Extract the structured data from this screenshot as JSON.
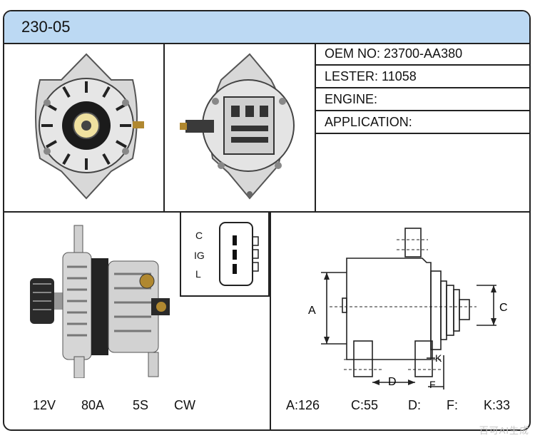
{
  "header": {
    "part_number": "230-05"
  },
  "specs": {
    "oem": "OEM NO: 23700-AA380",
    "lester": "LESTER: 11058",
    "engine": "ENGINE:",
    "application": "APPLICATION:"
  },
  "electrical": {
    "voltage": "12V",
    "amperage": "80A",
    "pulley": "5S",
    "rotation": "CW"
  },
  "connector": {
    "pins": [
      "C",
      "IG",
      "L"
    ]
  },
  "dimensions": {
    "labels": {
      "a": "A",
      "c": "C",
      "d": "D",
      "f": "F",
      "k": "K"
    },
    "values": {
      "a": "A:126",
      "c": "C:55",
      "d": "D:",
      "f": "F:",
      "k": "K:33"
    }
  },
  "watermark": "百可AI生成",
  "colors": {
    "header_bg": "#bcd9f3",
    "border": "#222222"
  },
  "icons": [
    "alternator-front-view",
    "alternator-rear-view",
    "alternator-side-view",
    "connector-plug",
    "dimension-drawing"
  ]
}
